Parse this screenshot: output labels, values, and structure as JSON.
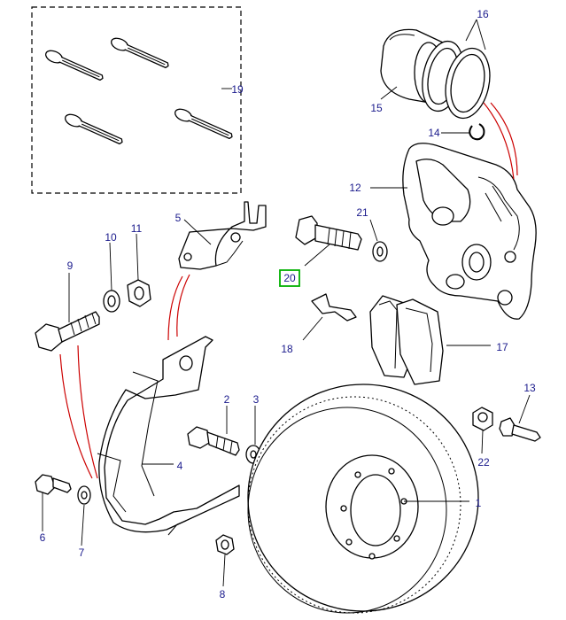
{
  "diagram": {
    "colors": {
      "label": "#1a1a8c",
      "callout_line": "#cc0000",
      "highlight_box": "#00b000"
    },
    "highlighted_part": "20",
    "labels": {
      "p1": "1",
      "p2": "2",
      "p3": "3",
      "p4": "4",
      "p5": "5",
      "p6": "6",
      "p7": "7",
      "p8": "8",
      "p9": "9",
      "p10": "10",
      "p11": "11",
      "p12": "12",
      "p13": "13",
      "p14": "14",
      "p15": "15",
      "p16": "16",
      "p17": "17",
      "p18": "18",
      "p19": "19",
      "p20": "20",
      "p21": "21",
      "p22": "22"
    }
  }
}
